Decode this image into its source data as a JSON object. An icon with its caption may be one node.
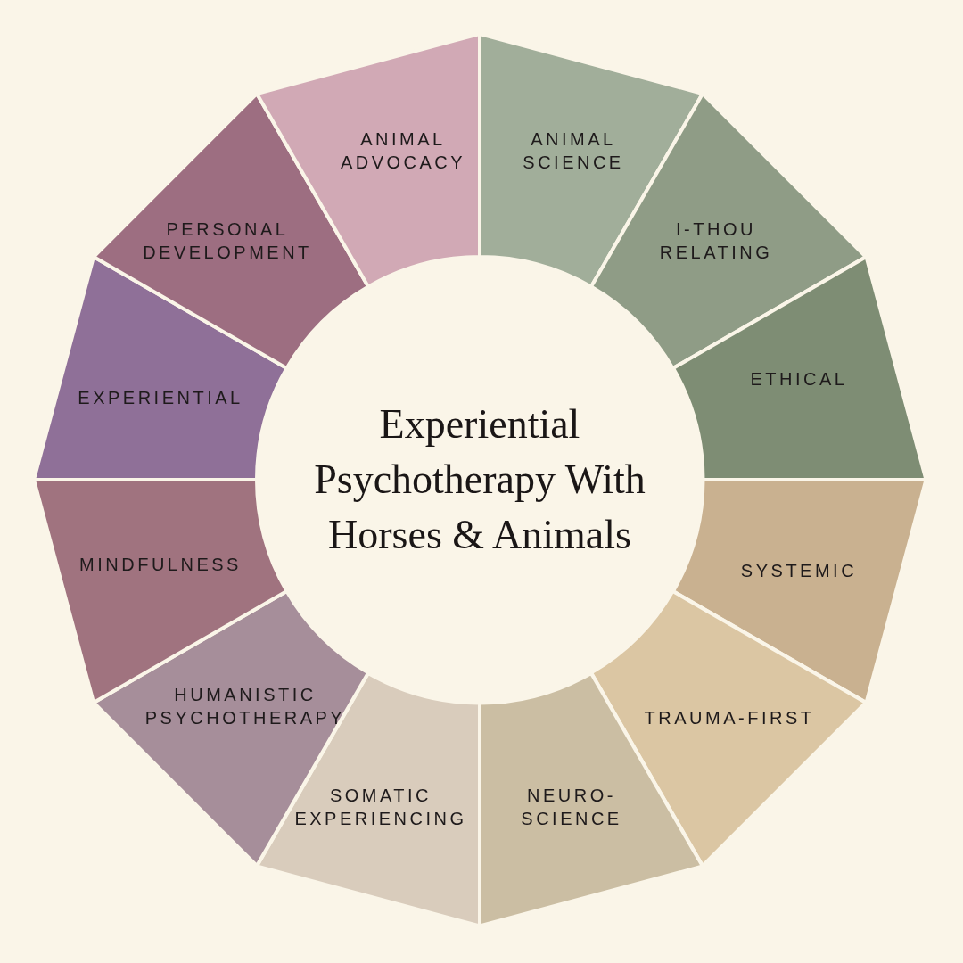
{
  "diagram": {
    "nodes": [
      {
        "text": [
          "Experiential Psychotherapy With Horses & Animals"
        ]
      },
      {
        "text": [
          "ANIMAL SCIENCE"
        ]
      },
      {
        "text": [
          "I-THOU RELATING"
        ]
      },
      {
        "text": [
          "ETHICAL"
        ]
      },
      {
        "text": [
          "SYSTEMIC"
        ]
      },
      {
        "text": [
          "TRAUMA-FIRST"
        ]
      },
      {
        "text": [
          "NEURO- SCIENCE"
        ]
      },
      {
        "text": [
          "SOMATIC EXPERIENCING"
        ]
      },
      {
        "text": [
          "HUMANISTIC PSYCHOTHERAPY"
        ]
      },
      {
        "text": [
          "MINDFULNESS"
        ]
      },
      {
        "text": [
          "EXPERIENTIAL"
        ]
      },
      {
        "text": [
          "PERSONAL DEVELOPMENT"
        ]
      },
      {
        "text": [
          "ANIMAL ADVOCACY"
        ]
      }
    ]
  }
}
